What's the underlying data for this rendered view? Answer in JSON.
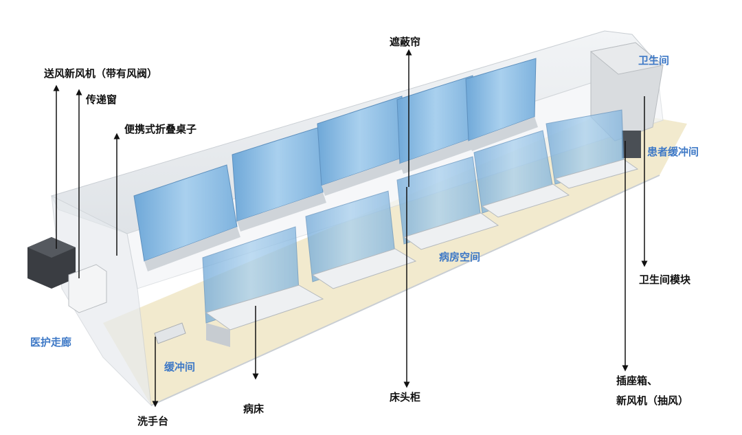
{
  "colors": {
    "label_dark": "#111111",
    "label_blue": "#3d78c6",
    "curtain": "#8dbde3",
    "floor": "#efe4c2",
    "shell": "#e9ecef",
    "leader": "#111111"
  },
  "labels": {
    "fresh_air_unit": "送风新风机（带有风阀）",
    "pass_window": "传递窗",
    "folding_table": "便携式折叠桌子",
    "curtain": "遮蔽帘",
    "toilet": "卫生间",
    "patient_buffer": "患者缓冲间",
    "ward_space": "病房空间",
    "toilet_module": "卫生间模块",
    "medical_corridor": "医护走廊",
    "buffer_room": "缓冲间",
    "wash_basin": "洗手台",
    "hospital_bed": "病床",
    "bedside_cabinet": "床头柜",
    "socket_box_line1": "插座箱、",
    "socket_box_line2": "新风机（抽风）"
  }
}
